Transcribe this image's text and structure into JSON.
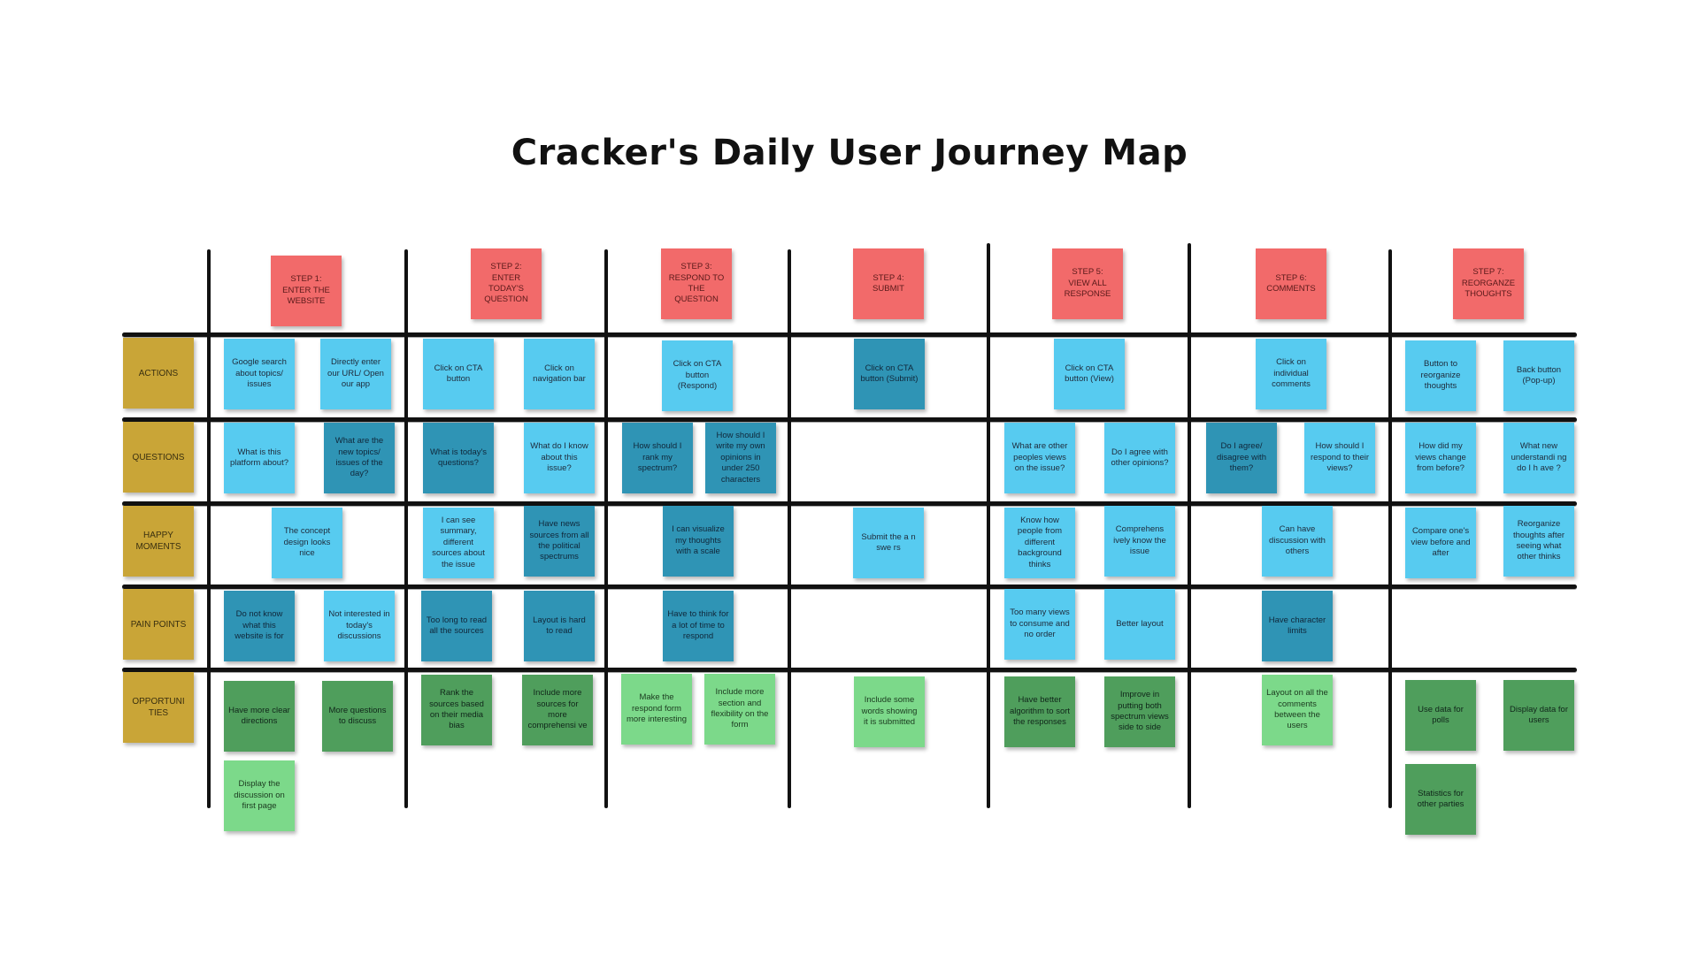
{
  "title": "Cracker's Daily User Journey Map",
  "colors": {
    "step": "#f26a6a",
    "row_label": "#c9a537",
    "light_blue": "#57cbf0",
    "dark_blue": "#2f94b5",
    "light_green": "#7cd98a",
    "dark_green": "#4f9e5c",
    "grid_line": "#111111"
  },
  "steps": [
    "STEP 1:\nENTER THE WEBSITE",
    "STEP 2:\nENTER TODAY'S QUESTION",
    "STEP 3:\nRESPOND TO THE QUESTION",
    "STEP 4:\nSUBMIT",
    "STEP 5:\nVIEW ALL RESPONSE",
    "STEP 6:\nCOMMENTS",
    "STEP 7:\nREORGANZE THOUGHTS"
  ],
  "rows": [
    "ACTIONS",
    "QUESTIONS",
    "HAPPY MOMENTS",
    "PAIN POINTS",
    "OPPORTUNI TIES"
  ],
  "notes": {
    "actions": [
      "Google search about topics/ issues",
      "Directly enter our URL/ Open our app",
      "Click on CTA button",
      "Click on navigation bar",
      "Click on CTA button (Respond)",
      "Click on CTA button (Submit)",
      "Click on CTA button (View)",
      "Click on individual comments",
      "Button to reorganize thoughts",
      "Back button (Pop-up)"
    ],
    "questions": [
      "What is this platform about?",
      "What are the new topics/ issues of the day?",
      "What is today's questions?",
      "What do I know about this issue?",
      "How should I rank my spectrum?",
      "How should I write my own opinions in under 250 characters",
      "What are other peoples views on the issue?",
      "Do I agree with other opinions?",
      "Do I agree/ disagree with them?",
      "How should I respond to their views?",
      "How did my views change from before?",
      "What new understandi ng do I h ave ?"
    ],
    "happy": [
      "The concept design looks nice",
      "I can see summary, different sources about the issue",
      "Have news sources from all the political spectrums",
      "I can visualize my thoughts with a scale",
      "Submit the a n swe rs",
      "Know how people from different background thinks",
      "Comprehens ively know the issue",
      "Can have discussion with others",
      "Compare one's view before and after",
      "Reorganize thoughts after seeing what other thinks"
    ],
    "pain": [
      "Do not know what this website is for",
      "Not interested in today's discussions",
      "Too long to read all the sources",
      "Layout is hard to read",
      "Have to think for a lot of time to respond",
      "Too many views to consume and no order",
      "Better layout",
      "Have character limits"
    ],
    "opportunities": [
      "Have more clear directions",
      "More questions to discuss",
      "Display the discussion on first page",
      "Rank the sources based on their media bias",
      "Include more sources for more comprehensi ve",
      "Make the respond form more interesting",
      "Include more section and flexibility on the form",
      "Include some words showing it is submitted",
      "Have better algorithm to sort the responses",
      "Improve in putting both spectrum views side to side",
      "Layout on all the comments between the users",
      "Use data for polls",
      "Display data for users",
      "Statistics for other parties"
    ]
  }
}
